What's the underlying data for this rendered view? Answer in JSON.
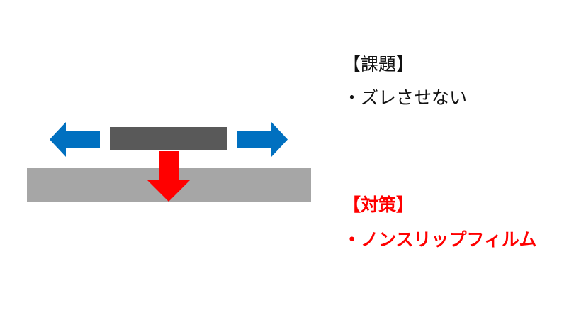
{
  "issue": {
    "heading": "【課題】",
    "item": "・ズレさせない"
  },
  "solution": {
    "heading": "【対策】",
    "item": "・ノンスリップフィルム"
  },
  "colors": {
    "base_plate": "#a6a6a6",
    "top_block": "#595959",
    "side_arrows": "#0070c0",
    "down_arrow": "#ff0000",
    "heading_text": "#111111",
    "solution_text": "#ff0000"
  }
}
